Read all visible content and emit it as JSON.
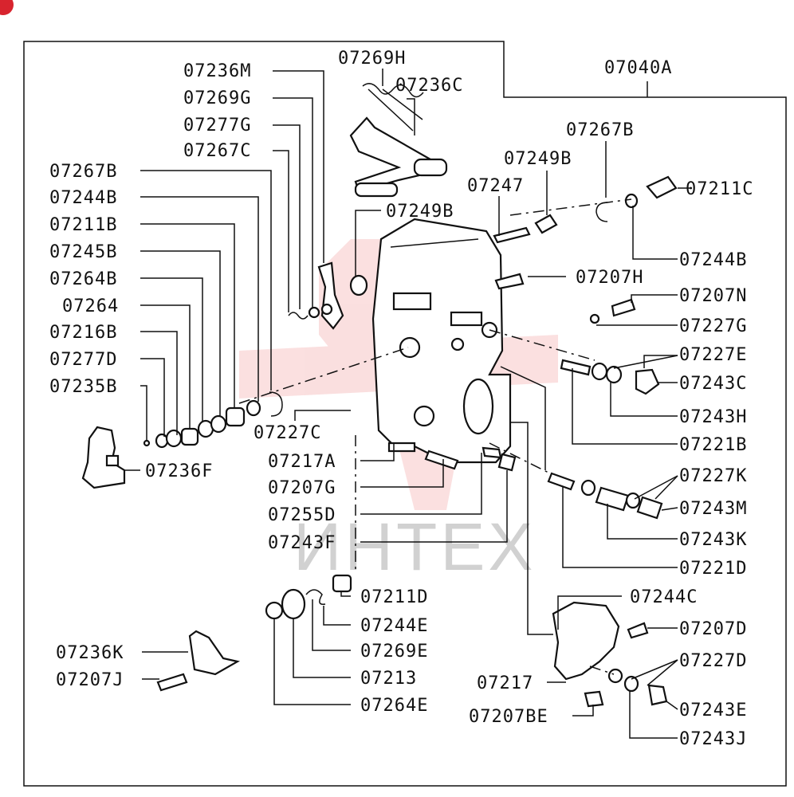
{
  "diagram": {
    "frame_label": "07040A",
    "watermark_text": "ИНТЕХ",
    "colors": {
      "ink": "#111111",
      "watermark_red": "#f3a5a5",
      "badge_red": "#d8242e"
    },
    "part_labels": {
      "p07269H": "07269H",
      "p07236C": "07236C",
      "p07236M": "07236M",
      "p07269G": "07269G",
      "p07277G": "07277G",
      "p07267C": "07267C",
      "p07267B_left": "07267B",
      "p07244B_left": "07244B",
      "p07211B": "07211B",
      "p07245B": "07245B",
      "p07264B": "07264B",
      "p07264": "07264",
      "p07216B": "07216B",
      "p07277D": "07277D",
      "p07235B": "07235B",
      "p07236F": "07236F",
      "p07227C": "07227C",
      "p07217A": "07217A",
      "p07207G": "07207G",
      "p07255D": "07255D",
      "p07243F": "07243F",
      "p07249B_mid": "07249B",
      "p07249B_top": "07249B",
      "p07247": "07247",
      "p07267B_right": "07267B",
      "p07211C": "07211C",
      "p07244B_right": "07244B",
      "p07207H": "07207H",
      "p07207N": "07207N",
      "p07227G": "07227G",
      "p07227E": "07227E",
      "p07243C": "07243C",
      "p07243H": "07243H",
      "p07221B": "07221B",
      "p07227K": "07227K",
      "p07243M": "07243M",
      "p07243K": "07243K",
      "p07221D": "07221D",
      "p07211D": "07211D",
      "p07244E": "07244E",
      "p07269E": "07269E",
      "p07213": "07213",
      "p07264E": "07264E",
      "p07236K": "07236K",
      "p07207J": "07207J",
      "p07244C": "07244C",
      "p07207D": "07207D",
      "p07227D": "07227D",
      "p07217": "07217",
      "p07243E": "07243E",
      "p07207BE": "07207BE",
      "p07243J": "07243J"
    }
  }
}
